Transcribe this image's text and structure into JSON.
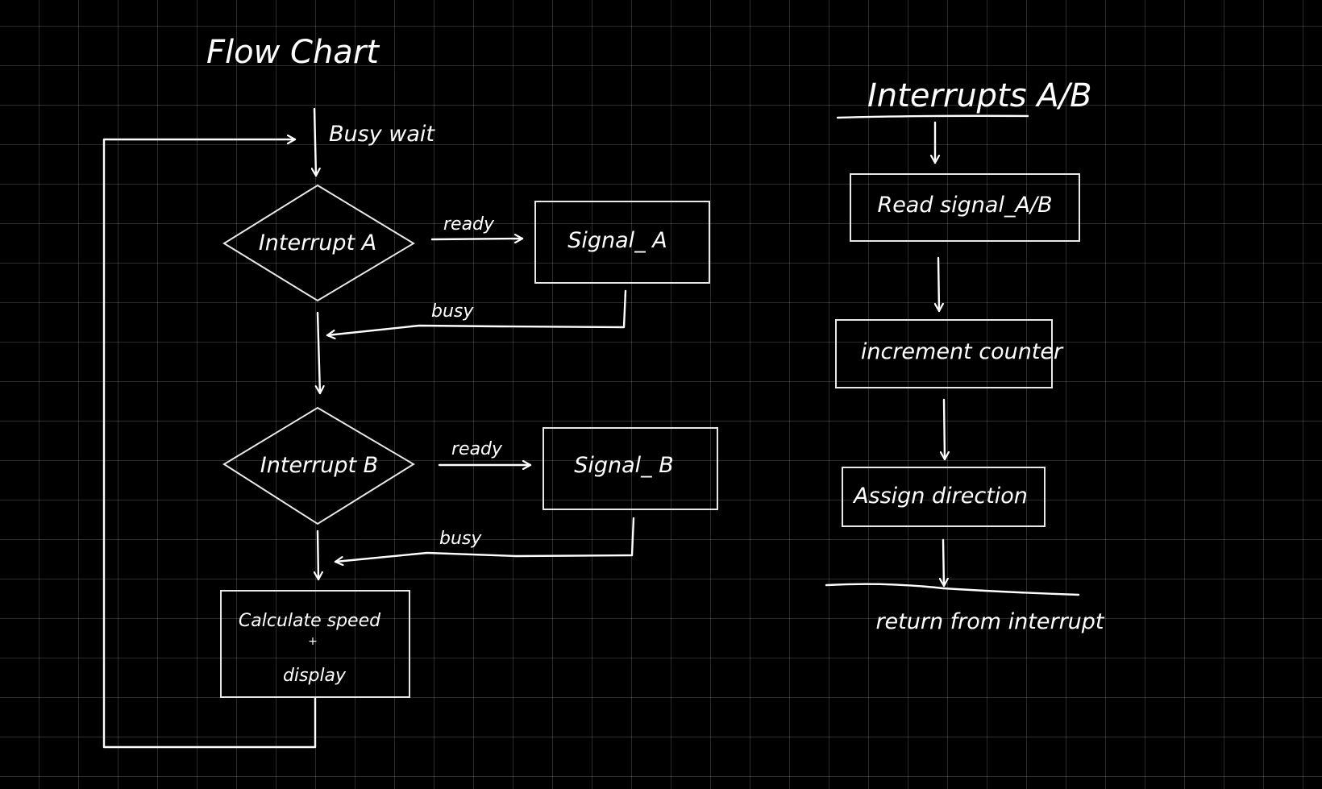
{
  "canvas": {
    "background": "#000000",
    "grid_color": "#2e2e2e",
    "ink_color": "#ffffff"
  },
  "left": {
    "title": "Flow Chart",
    "entry_label": "Busy wait",
    "nodes": {
      "interrupt_a": "Interrupt A",
      "signal_a": "Signal_ A",
      "interrupt_b": "Interrupt B",
      "signal_b": "Signal_ B",
      "calc_line1": "Calculate speed",
      "calc_plus": "+",
      "calc_line2": "display"
    },
    "edges": {
      "a_ready": "ready",
      "a_busy": "busy",
      "b_ready": "ready",
      "b_busy": "busy"
    }
  },
  "right": {
    "title": "Interrupts A/B",
    "nodes": {
      "read_signal": "Read signal_A/B",
      "increment_counter": "increment counter",
      "assign_direction": "Assign direction"
    },
    "footer": "return from interrupt"
  }
}
